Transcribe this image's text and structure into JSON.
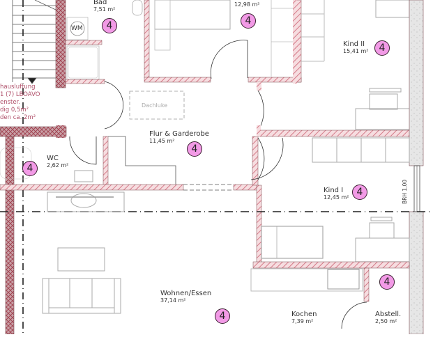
{
  "plan": {
    "type": "floor-plan",
    "colors": {
      "wall_hatch": "#e8a8b0",
      "wall_stroke": "#7a4a50",
      "crosshatch_wall": "#c88a92",
      "exterior_wall_fill": "#d8d8d8",
      "badge_fill": "#f29ae6",
      "badge_stroke": "#3a2030",
      "note_text": "#b0506a",
      "furniture_stroke": "#aaaaaa"
    },
    "rooms": [
      {
        "name": "Bad",
        "area": "7,51 m²",
        "badge": "4"
      },
      {
        "name": "",
        "area": "12,98 m²",
        "badge": "4"
      },
      {
        "name": "Kind II",
        "area": "15,41 m²",
        "badge": "4"
      },
      {
        "name": "Flur & Garderobe",
        "area": "11,45 m²",
        "badge": "4"
      },
      {
        "name": "WC",
        "area": "2,62 m²",
        "badge": "4"
      },
      {
        "name": "Kind I",
        "area": "12,45 m²",
        "badge": "4"
      },
      {
        "name": "Wohnen/Essen",
        "area": "37,14 m²",
        "badge": "4"
      },
      {
        "name": "Kochen",
        "area": "7,39 m²",
        "badge": ""
      },
      {
        "name": "Abstell.",
        "area": "2,50 m²",
        "badge": "4"
      }
    ],
    "annotations": {
      "dachluke": "Dachluke",
      "wm": "WM",
      "brh": "BRH 1,00",
      "notes": [
        "hausluftung",
        "1 (7) LBOAVO",
        "enster.",
        "dig 0,5m²",
        "den ca. 2m²"
      ]
    }
  }
}
